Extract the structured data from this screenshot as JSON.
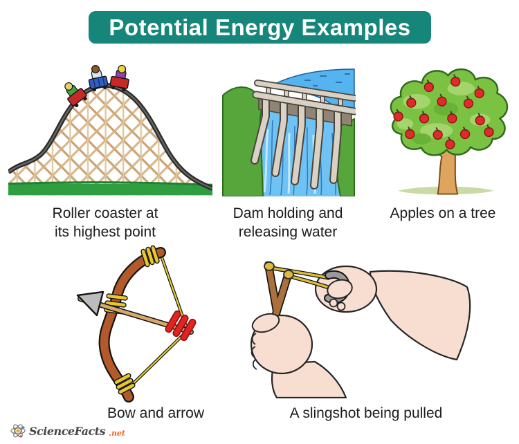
{
  "title": {
    "text": "Potential Energy Examples"
  },
  "palette": {
    "banner_bg": "#17867A",
    "banner_text": "#FFFFFF",
    "caption_text": "#1B1B1B",
    "logo_accent": "#F26522"
  },
  "examples": {
    "roller_coaster": {
      "line1": "Roller coaster at",
      "line2": "its highest point",
      "image": "roller-coaster-illustration"
    },
    "dam": {
      "line1": "Dam holding and",
      "line2": "releasing water",
      "image": "dam-illustration"
    },
    "apple_tree": {
      "line1": "Apples on a tree",
      "line2": "",
      "image": "apple-tree-illustration"
    },
    "bow_arrow": {
      "line1": "Bow and arrow",
      "line2": "",
      "image": "bow-and-arrow-illustration"
    },
    "slingshot": {
      "line1": "A slingshot being pulled",
      "line2": "",
      "image": "slingshot-illustration"
    }
  },
  "footer": {
    "brand": "ScienceFacts",
    "tld": ".net",
    "logo_icon": "atom-icon"
  }
}
